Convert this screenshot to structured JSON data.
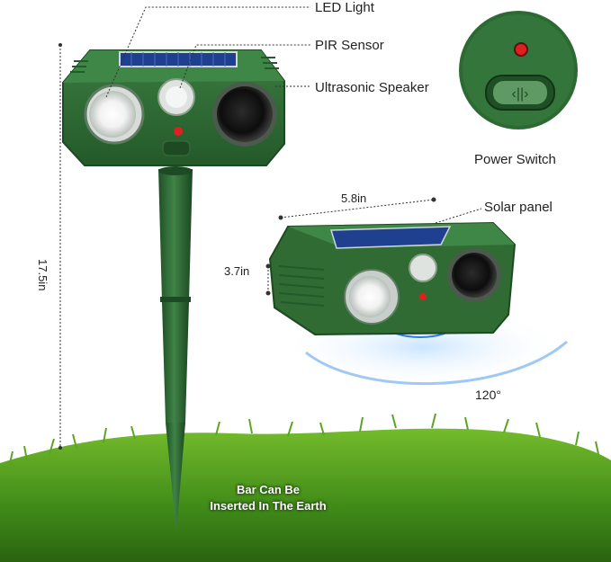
{
  "labels": {
    "led_light": "LED Light",
    "pir_sensor": "PIR Sensor",
    "ultrasonic_speaker": "Ultrasonic Speaker",
    "power_switch": "Power Switch",
    "solar_panel": "Solar panel"
  },
  "dimensions": {
    "height": "17.5in",
    "width": "5.8in",
    "depth": "3.7in",
    "angle": "120°"
  },
  "ground_caption": {
    "line1": "Bar Can Be",
    "line2": "Inserted In The Earth"
  },
  "colors": {
    "device_green": "#2f6b33",
    "device_dark": "#1d4a22",
    "solar_blue": "#1f3f8f",
    "led_red": "#e02020",
    "wave_blue": "#2f7de0",
    "grass": "#4f9a1e"
  }
}
